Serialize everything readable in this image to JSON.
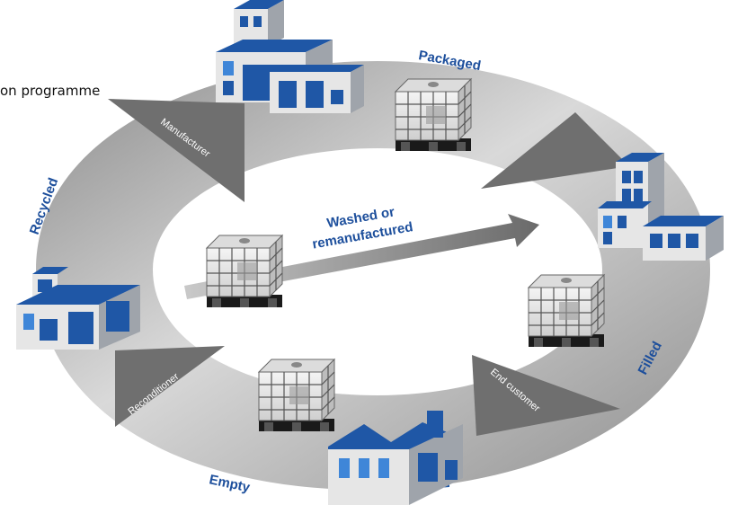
{
  "side_text": "on programme",
  "colors": {
    "blue": "#1f57a6",
    "ring_light": "#d8d8d8",
    "ring_dark": "#7a7a7a",
    "arrow_grey": "#6e6e6e",
    "label_blue": "#1d4f9c"
  },
  "stages": {
    "packaged": "Packaged",
    "filled": "Filled",
    "empty": "Empty",
    "recycled": "Recycled"
  },
  "actors": {
    "manufacturer": "Manufacturer",
    "end_customer": "End customer",
    "reconditioner": "Reconditioner"
  },
  "center_label": {
    "line1": "Washed or",
    "line2": "remanufactured"
  }
}
